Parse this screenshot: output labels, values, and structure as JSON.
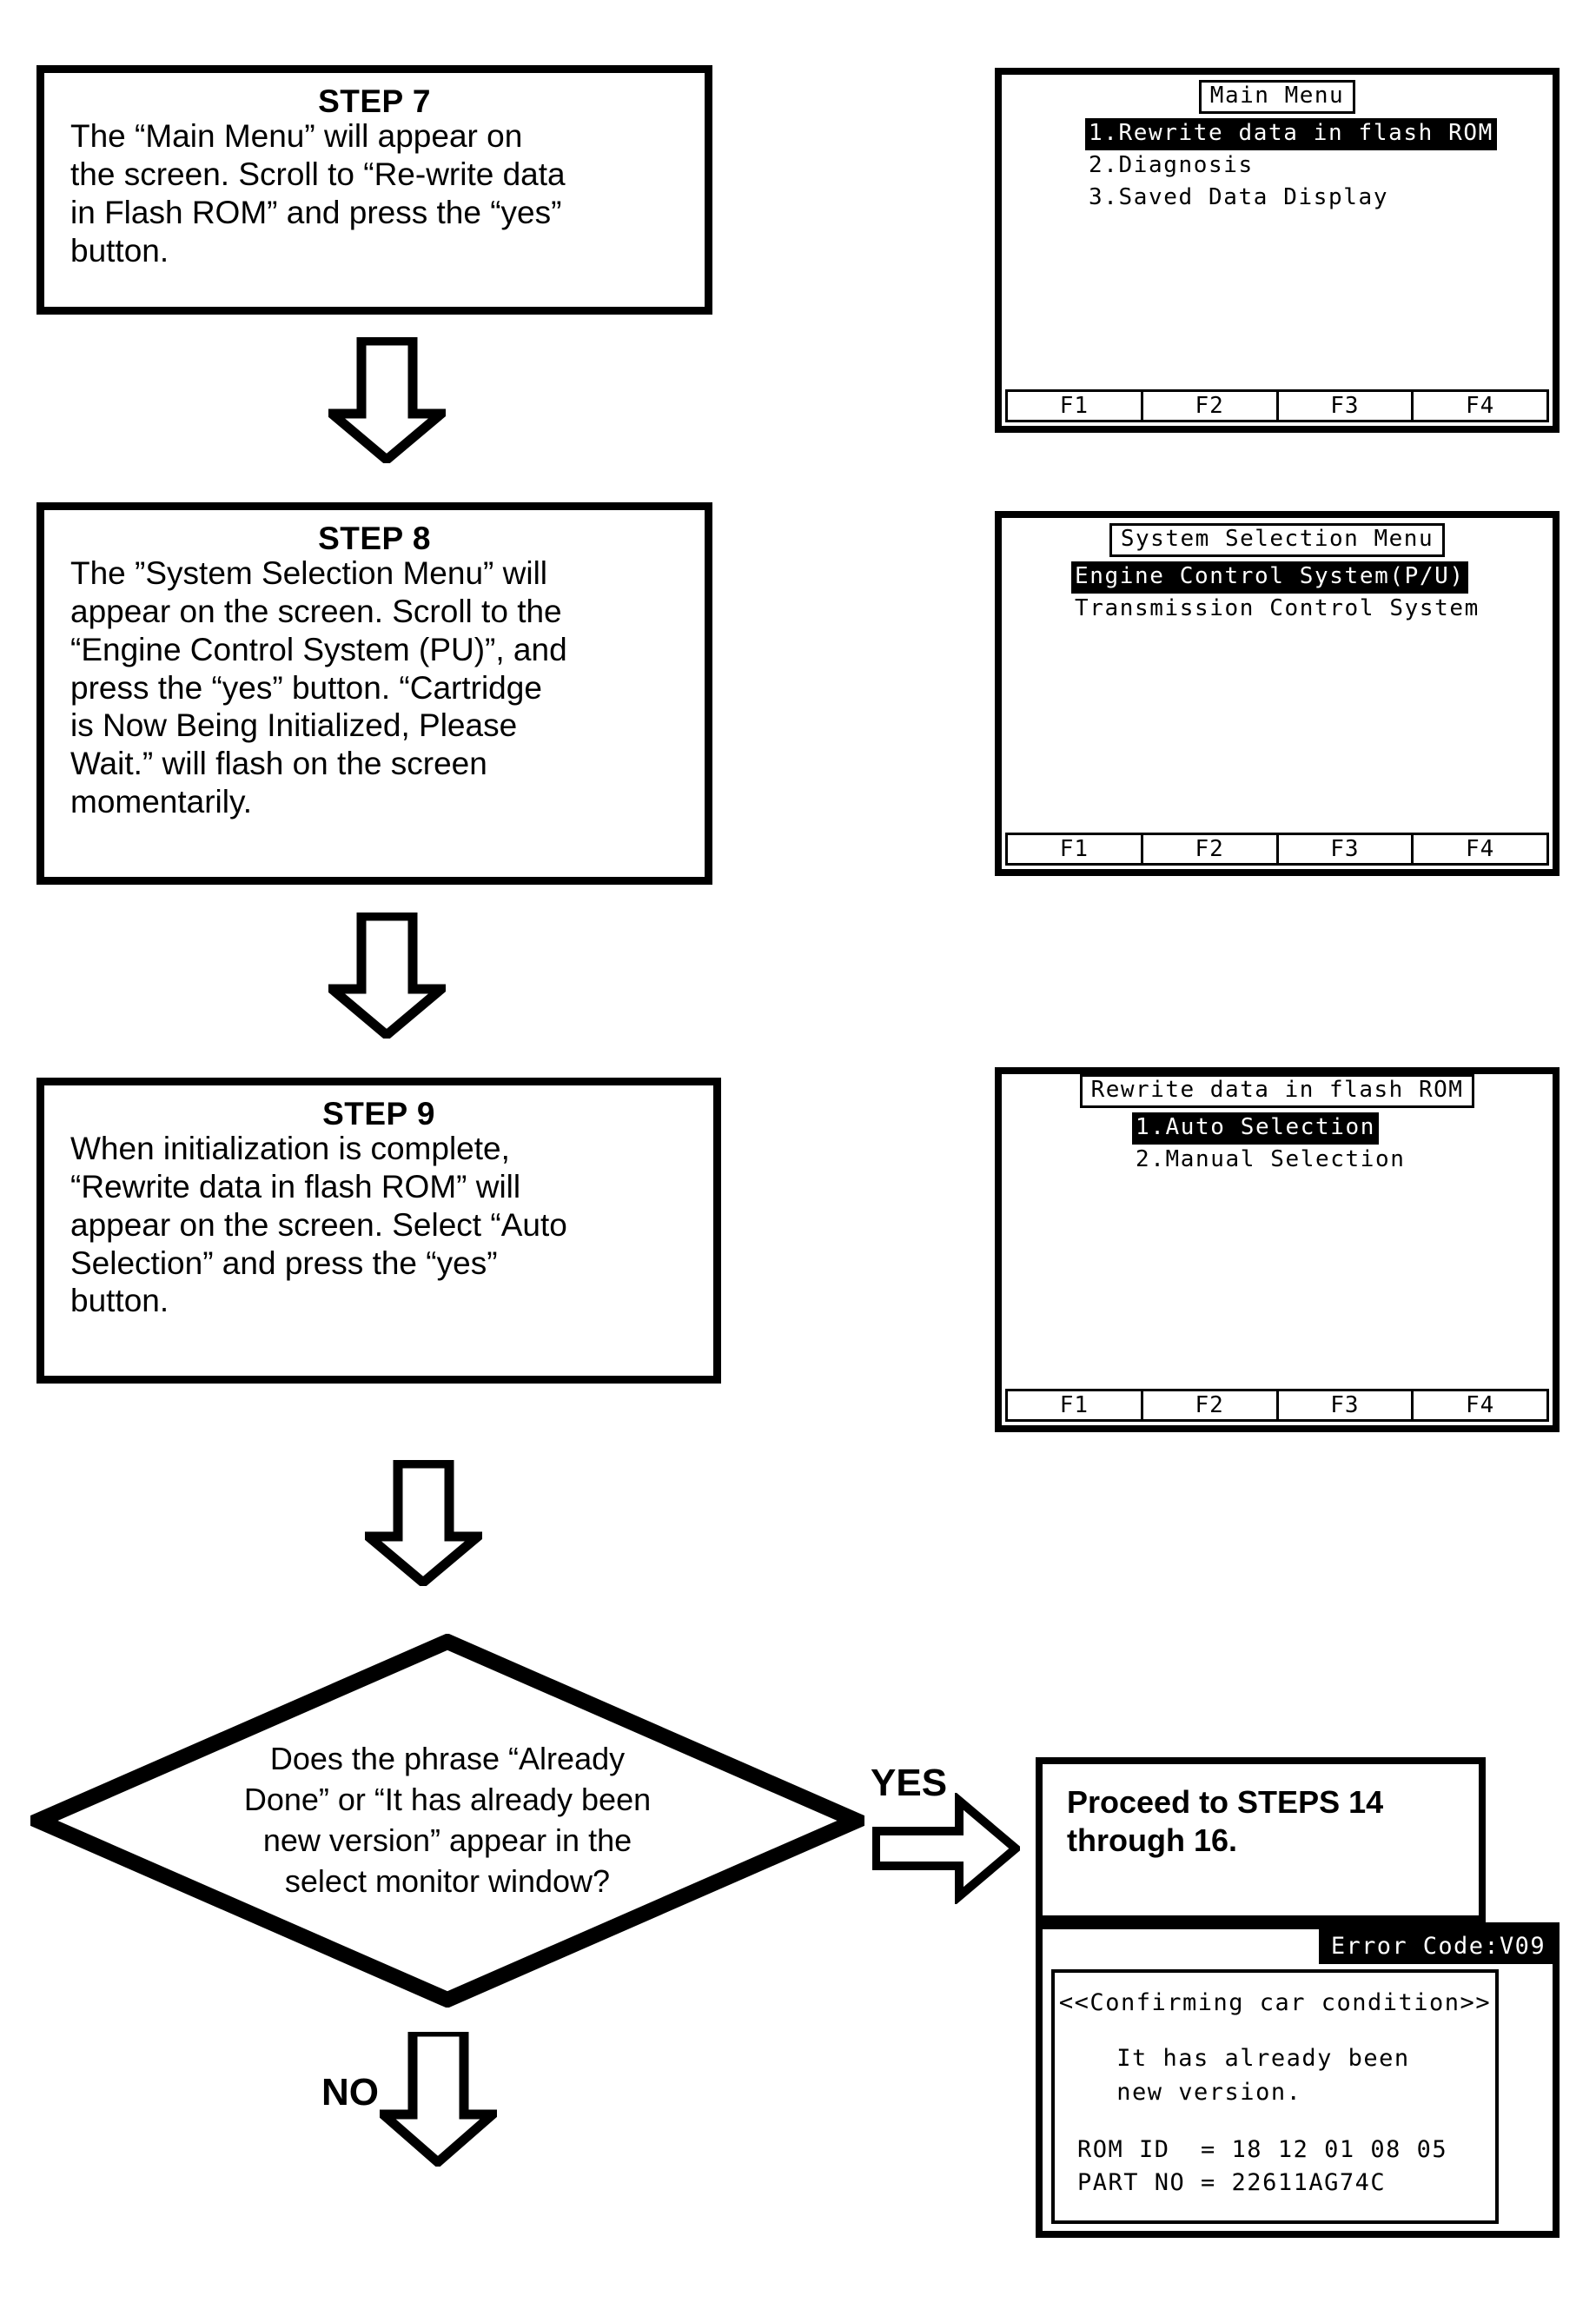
{
  "steps": [
    {
      "title": "STEP 7",
      "lines": [
        "The “Main Menu” will appear on",
        "the screen. Scroll to “Re-write data",
        "in Flash ROM” and press the “yes”",
        "button."
      ]
    },
    {
      "title": "STEP 8",
      "lines": [
        "The ”System Selection Menu” will",
        "appear on the screen. Scroll to the",
        "“Engine Control System (PU)”, and",
        "press the “yes” button. “Cartridge",
        "is Now Being Initialized, Please",
        "Wait.” will flash on the screen",
        "momentarily."
      ]
    },
    {
      "title": "STEP 9",
      "lines": [
        "When initialization is complete,",
        "“Rewrite data in flash ROM” will",
        "appear on the screen. Select “Auto",
        "Selection” and press the “yes”",
        "button."
      ]
    }
  ],
  "decision": {
    "lines": [
      "Does the phrase “Already",
      "Done” or “It has already been",
      "new version” appear in the",
      "select monitor window?"
    ],
    "yes_label": "YES",
    "no_label": "NO"
  },
  "proceed": {
    "lines": [
      "Proceed to STEPS 14",
      "through 16."
    ]
  },
  "screens": [
    {
      "title": "Main Menu",
      "items": [
        {
          "label": "1.Rewrite data in flash ROM",
          "selected": true
        },
        {
          "label": "2.Diagnosis",
          "selected": false
        },
        {
          "label": "3.Saved Data Display",
          "selected": false
        }
      ],
      "fkeys": [
        "F1",
        "F2",
        "F3",
        "F4"
      ]
    },
    {
      "title": "System Selection Menu",
      "items": [
        {
          "label": "Engine Control System(P/U)",
          "selected": true
        },
        {
          "label": "Transmission Control System",
          "selected": false
        }
      ],
      "fkeys": [
        "F1",
        "F2",
        "F3",
        "F4"
      ]
    },
    {
      "title": "Rewrite data in flash ROM",
      "items": [
        {
          "label": "1.Auto Selection",
          "selected": true
        },
        {
          "label": "2.Manual Selection",
          "selected": false
        }
      ],
      "fkeys": [
        "F1",
        "F2",
        "F3",
        "F4"
      ]
    }
  ],
  "error_screen": {
    "banner": "Error Code:V09",
    "heading": "<<Confirming car condition>>",
    "message_lines": [
      "   It has already been",
      "   new version."
    ],
    "fields": [
      "ROM ID  = 18 12 01 08 05",
      "PART NO = 22611AG74C"
    ]
  },
  "colors": {
    "ink": "#000000",
    "paper": "#ffffff"
  }
}
